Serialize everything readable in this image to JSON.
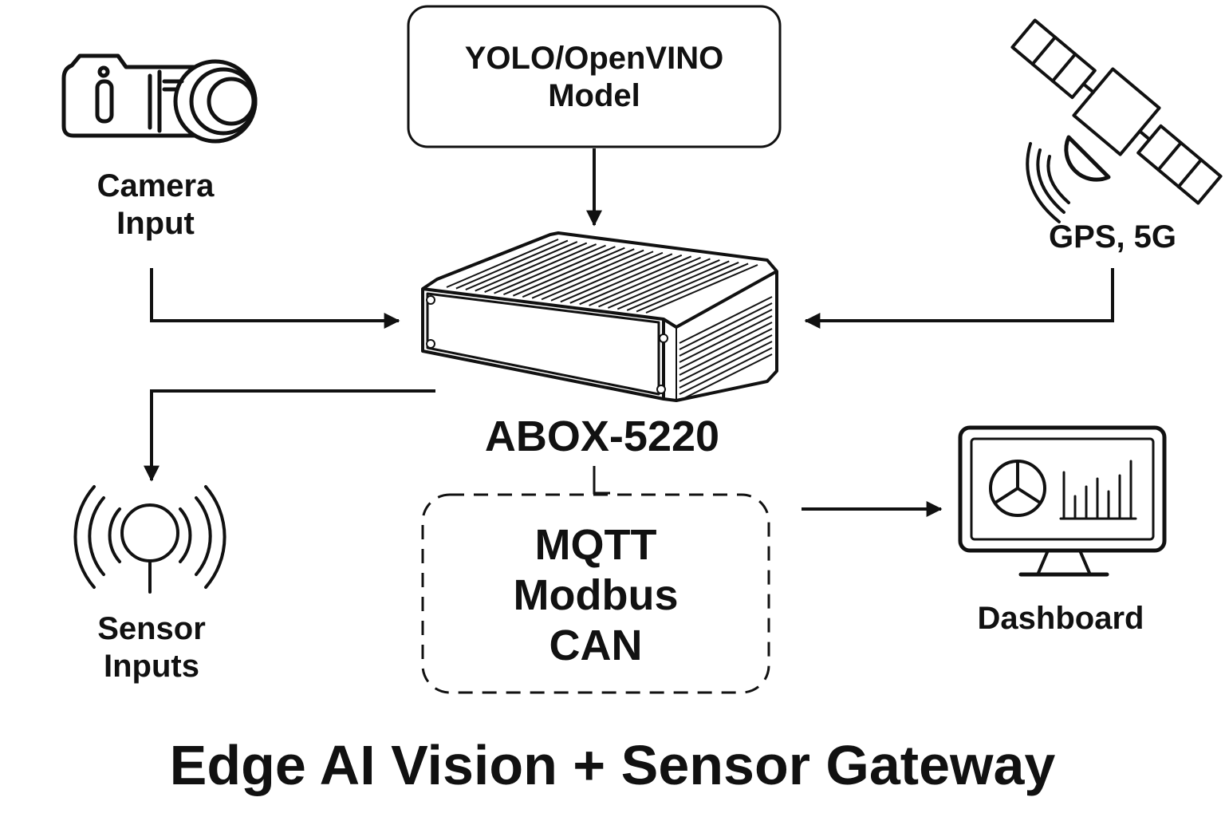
{
  "title": "Edge AI Vision + Sensor Gateway",
  "device": {
    "name": "ABOX-5220",
    "icon": "industrial-pc-icon"
  },
  "model_box": {
    "lines": [
      "YOLO/OpenVINO",
      "Model"
    ]
  },
  "camera": {
    "lines": [
      "Camera",
      "Input"
    ],
    "icon": "camera-icon"
  },
  "gps": {
    "label": "GPS, 5G",
    "icon": "satellite-icon"
  },
  "sensor": {
    "lines": [
      "Sensor",
      "Inputs"
    ],
    "icon": "sensor-signal-icon"
  },
  "protocols": {
    "lines": [
      "MQTT",
      "Modbus",
      "CAN"
    ]
  },
  "dashboard": {
    "label": "Dashboard",
    "icon": "dashboard-monitor-icon"
  },
  "colors": {
    "stroke": "#111111",
    "background": "#ffffff"
  }
}
